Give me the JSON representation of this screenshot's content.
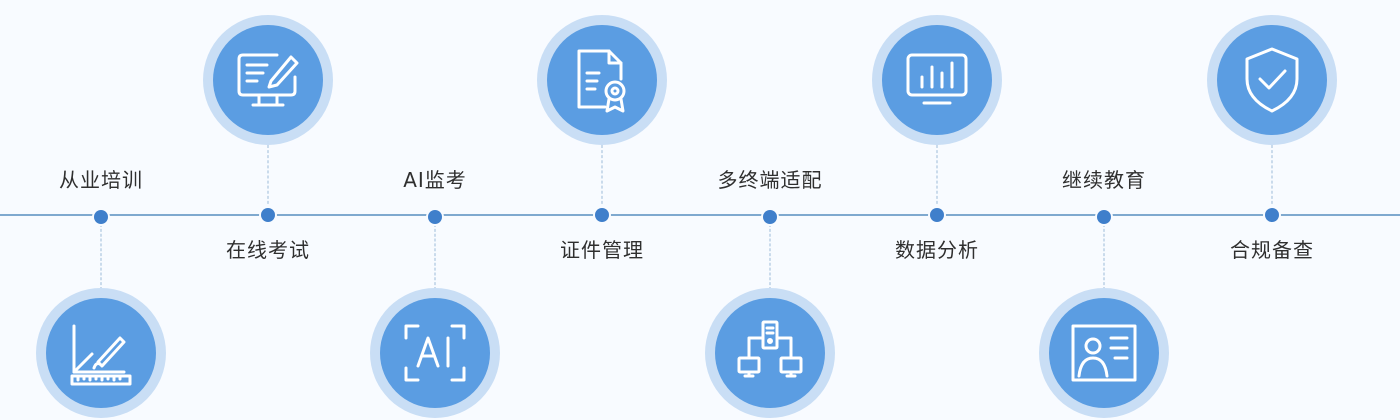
{
  "timeline": {
    "items": [
      {
        "label": "从业培训",
        "icon": "drawing-ruler-icon"
      },
      {
        "label": "在线考试",
        "icon": "monitor-edit-icon"
      },
      {
        "label": "AI监考",
        "icon": "ai-frame-icon"
      },
      {
        "label": "证件管理",
        "icon": "certificate-document-icon"
      },
      {
        "label": "多终端适配",
        "icon": "multi-device-network-icon"
      },
      {
        "label": "数据分析",
        "icon": "bar-chart-monitor-icon"
      },
      {
        "label": "继续教育",
        "icon": "teacher-board-icon"
      },
      {
        "label": "合规备查",
        "icon": "shield-check-icon"
      }
    ],
    "colors": {
      "accent": "#5b9de2",
      "halo": "#c9def5",
      "dot": "#3f7fcb",
      "line": "#7fa9cf"
    }
  }
}
